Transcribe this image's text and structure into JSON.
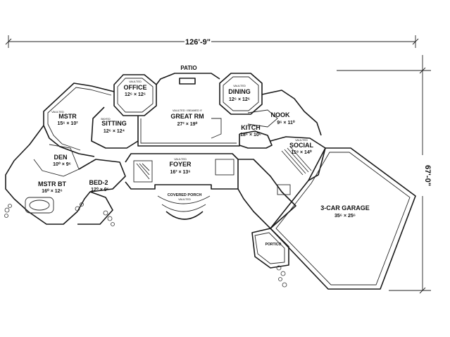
{
  "dimensions": {
    "width_label": "126'-9\"",
    "depth_label": "67'-0\""
  },
  "rooms": {
    "patio": {
      "name": "PATIO"
    },
    "office": {
      "note": "VAULTED",
      "name": "OFFICE",
      "size": "12⁶ × 12⁶"
    },
    "dining": {
      "note": "VAULTED",
      "name": "DINING",
      "size": "12⁶ × 12⁶"
    },
    "great_room": {
      "note": "VAULTED / BEAMED 9'",
      "name": "GREAT RM",
      "size": "27² × 19⁰"
    },
    "master": {
      "note": "VAULTED",
      "name": "MSTR",
      "size": "15⁶ × 10²"
    },
    "sitting": {
      "note": "BAYED",
      "name": "SITTING",
      "size": "12⁶ × 12⁴"
    },
    "nook": {
      "name": "NOOK",
      "size": "9⁶ × 11⁰"
    },
    "kitchen": {
      "name": "KITCH",
      "size": "18⁶ × 10⁶"
    },
    "social": {
      "note": "VAULTED",
      "name": "SOCIAL",
      "size": "11⁸ × 14⁰"
    },
    "den": {
      "name": "DEN",
      "size": "10⁰ × 9⁶"
    },
    "foyer": {
      "note": "VAULTED",
      "name": "FOYER",
      "size": "16³ × 13⁶"
    },
    "master_bath": {
      "name": "MSTR BT",
      "size": "16⁰ × 12⁶"
    },
    "bed2": {
      "name": "BED-2",
      "size": "12⁰ × 9⁶"
    },
    "porch": {
      "name": "COVERED PORCH",
      "note": "VAULTED"
    },
    "garage": {
      "name": "3-CAR GARAGE",
      "size": "35⁶ × 25⁶"
    },
    "portico": {
      "name": "PORTICO"
    }
  }
}
